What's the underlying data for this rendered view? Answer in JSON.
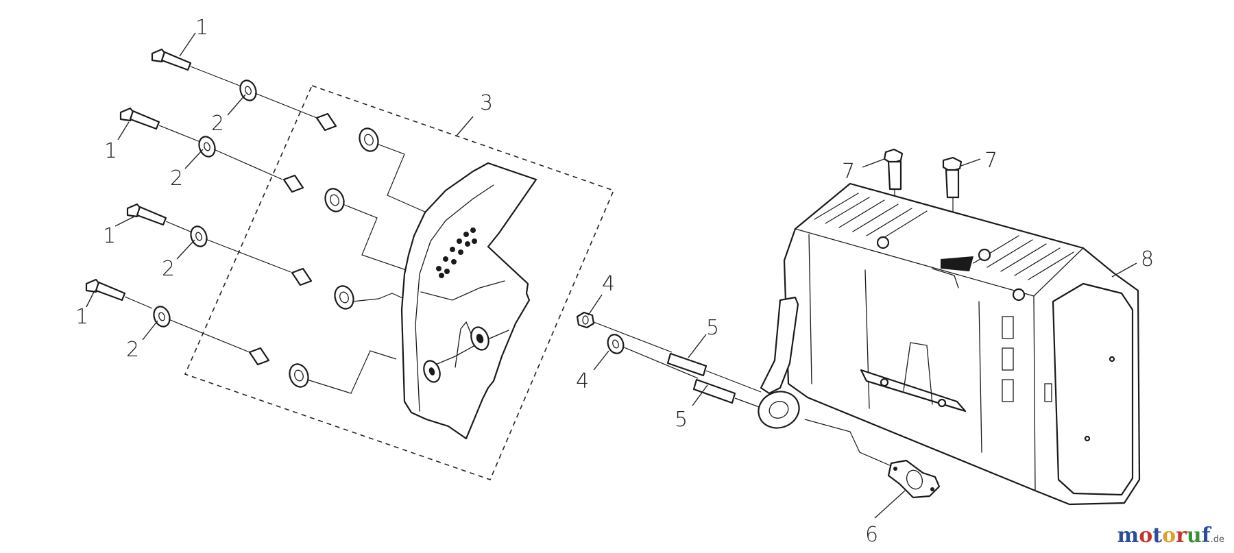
{
  "callouts": {
    "c1a": "1",
    "c1b": "1",
    "c1c": "1",
    "c1d": "1",
    "c2a": "2",
    "c2b": "2",
    "c2c": "2",
    "c2d": "2",
    "c3": "3",
    "c4a": "4",
    "c4b": "4",
    "c5a": "5",
    "c5b": "5",
    "c6": "6",
    "c7a": "7",
    "c7b": "7",
    "c8": "8"
  },
  "watermark": {
    "letters": [
      "m",
      "o",
      "t",
      "o",
      "r",
      "u",
      "f"
    ],
    "colors": [
      "#2a4f9a",
      "#c8322c",
      "#2a4f9a",
      "#e0a020",
      "#c8322c",
      "#3c8f3c",
      "#2a4f9a"
    ],
    "tld": ".de"
  }
}
